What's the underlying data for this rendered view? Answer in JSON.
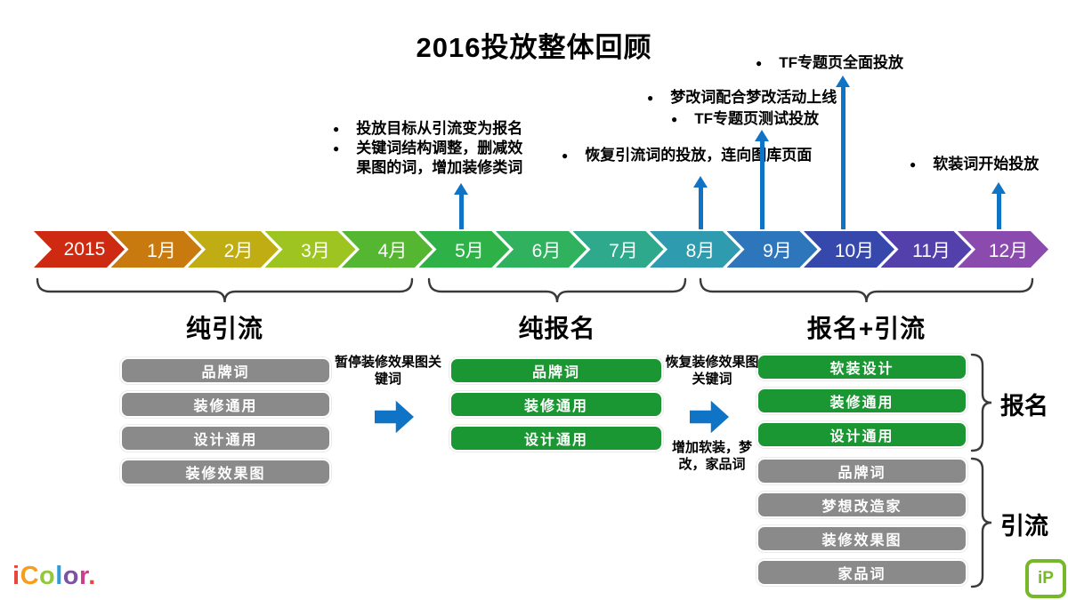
{
  "title": "2016投放整体回顾",
  "timeline": {
    "items": [
      {
        "label": "2015",
        "color": "#cd2a11"
      },
      {
        "label": "1月",
        "color": "#c97a0f"
      },
      {
        "label": "2月",
        "color": "#bfad13"
      },
      {
        "label": "3月",
        "color": "#9dc420"
      },
      {
        "label": "4月",
        "color": "#55b731"
      },
      {
        "label": "5月",
        "color": "#2eb248"
      },
      {
        "label": "6月",
        "color": "#2fb15e"
      },
      {
        "label": "7月",
        "color": "#2ea98c"
      },
      {
        "label": "8月",
        "color": "#2f9bae"
      },
      {
        "label": "9月",
        "color": "#2d76bb"
      },
      {
        "label": "10月",
        "color": "#3748ac"
      },
      {
        "label": "11月",
        "color": "#5340aa"
      },
      {
        "label": "12月",
        "color": "#8b4aad"
      }
    ]
  },
  "annotations": {
    "may": {
      "items": [
        "投放目标从引流变为报名",
        "关键词结构调整，删减效果图的词，增加装修类词"
      ]
    },
    "aug": {
      "text": "恢复引流词的投放，连向图库页面"
    },
    "sep_1": {
      "text": "梦改词配合梦改活动上线"
    },
    "sep_2": {
      "text": "TF专题页测试投放"
    },
    "oct": {
      "text": "TF专题页全面投放"
    },
    "dec": {
      "text": "软装词开始投放"
    }
  },
  "phases": [
    {
      "label": "纯引流"
    },
    {
      "label": "纯报名"
    },
    {
      "label": "报名+引流"
    }
  ],
  "groups": {
    "phase1": {
      "style": "bar_gray",
      "bars": [
        "品牌词",
        "装修通用",
        "设计通用",
        "装修效果图"
      ]
    },
    "phase2": {
      "style": "bar_green",
      "bars": [
        "品牌词",
        "装修通用",
        "设计通用"
      ]
    },
    "phase3_top": {
      "style": "bar_green",
      "bars": [
        "软装设计",
        "装修通用",
        "设计通用"
      ],
      "side_label": "报名"
    },
    "phase3_bottom": {
      "style": "bar_gray",
      "bars": [
        "品牌词",
        "梦想改造家",
        "装修效果图",
        "家品词"
      ],
      "side_label": "引流"
    }
  },
  "transitions": {
    "pause": {
      "label_above": "暂停装修效果图关键词"
    },
    "resume": {
      "label_above": "恢复装修效果图关键词",
      "label_below": "增加软装，梦改，家品词"
    }
  },
  "colors": {
    "bar_gray": "#8a8a8a",
    "bar_green": "#1a9633",
    "arrow_blue": "#0f74c5",
    "logo_green": "#76b82a"
  },
  "logos": {
    "icolor": {
      "letters": [
        {
          "ch": "i",
          "color": "#e8463c"
        },
        {
          "ch": "C",
          "color": "#f59e1d"
        },
        {
          "ch": "o",
          "color": "#93c83d"
        },
        {
          "ch": "l",
          "color": "#2f9bd8"
        },
        {
          "ch": "o",
          "color": "#7c52a5"
        },
        {
          "ch": "r",
          "color": "#cf3d8f"
        },
        {
          "ch": ".",
          "color": "#e8463c"
        }
      ]
    },
    "ip": {
      "text": "iP"
    }
  }
}
